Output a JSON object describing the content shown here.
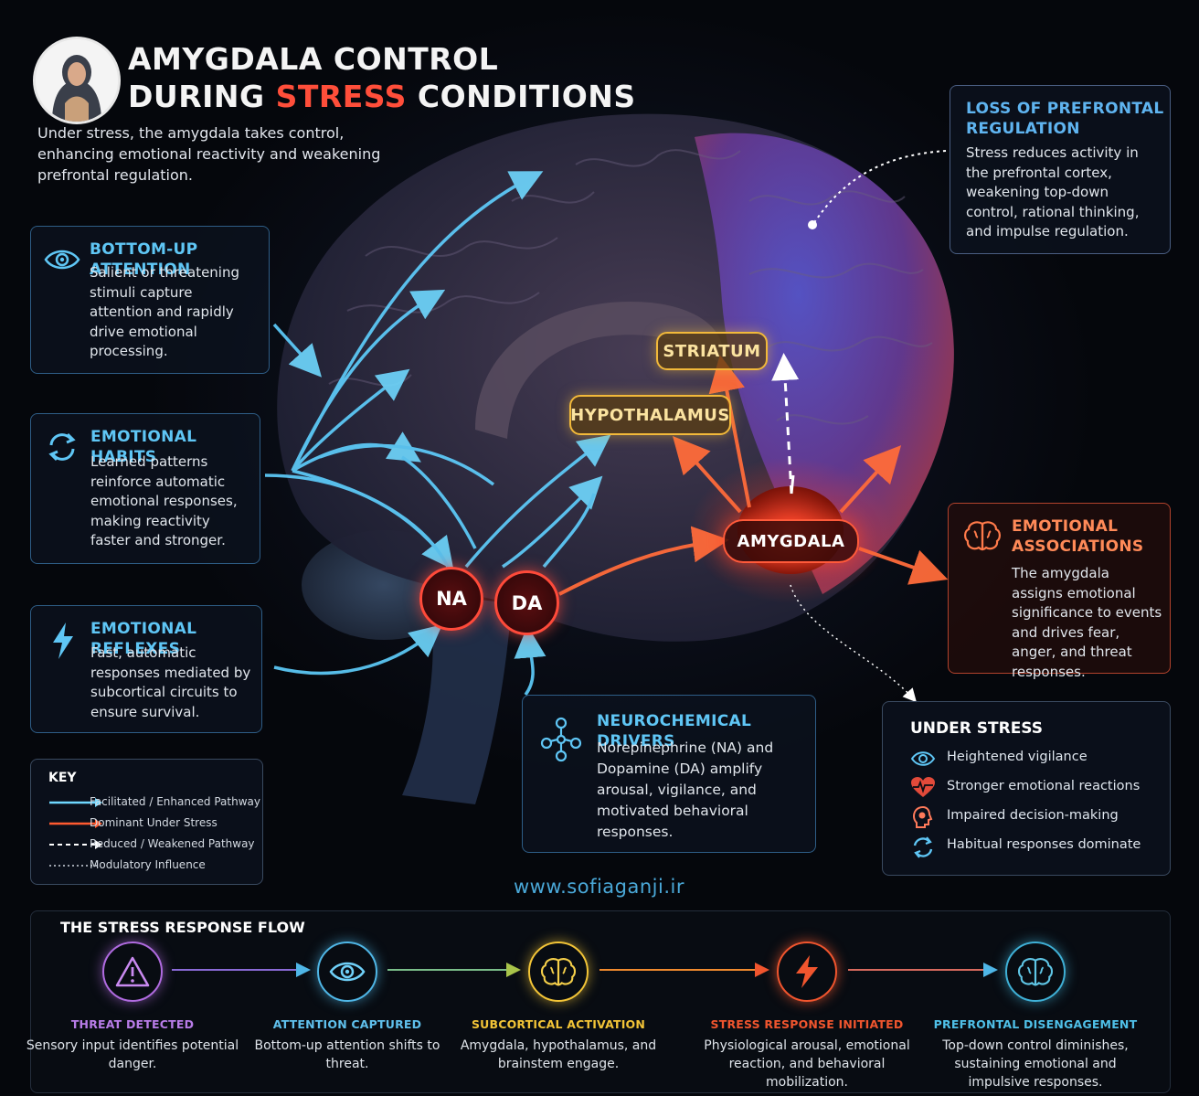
{
  "header": {
    "title_line1": "AMYGDALA CONTROL",
    "title_line2_pre": "DURING ",
    "title_line2_highlight": "STRESS",
    "title_line2_post": " CONDITIONS",
    "intro": "Under stress, the amygdala takes control, enhancing emotional reactivity and weakening prefrontal regulation."
  },
  "left_boxes": [
    {
      "title": "BOTTOM-UP ATTENTION",
      "text": "Salient or threatening stimuli capture attention and rapidly drive emotional processing.",
      "icon": "eye-icon"
    },
    {
      "title": "EMOTIONAL HABITS",
      "text": "Learned patterns reinforce automatic emotional responses, making reactivity faster and stronger.",
      "icon": "refresh-icon"
    },
    {
      "title": "EMOTIONAL REFLEXES",
      "text": "Fast, automatic responses mediated by subcortical circuits to ensure survival.",
      "icon": "lightning-icon"
    }
  ],
  "key": {
    "title": "KEY",
    "items": [
      "Facilitated / Enhanced Pathway",
      "Dominant Under Stress",
      "Reduced / Weakened Pathway",
      "Modulatory Influence"
    ]
  },
  "prefrontal": {
    "title_line1": "LOSS OF PREFRONTAL",
    "title_line2": "REGULATION",
    "text": "Stress reduces activity in the prefrontal cortex, weakening top-down control, rational thinking, and impulse regulation."
  },
  "associations": {
    "title_line1": "EMOTIONAL",
    "title_line2": "ASSOCIATIONS",
    "text": "The amygdala assigns emotional significance to events and drives fear, anger, and threat responses."
  },
  "under_stress": {
    "title": "UNDER STRESS",
    "items": [
      {
        "label": "Heightened vigilance",
        "icon": "eye-icon"
      },
      {
        "label": "Stronger emotional reactions",
        "icon": "heartbeat-icon"
      },
      {
        "label": "Impaired decision-making",
        "icon": "head-icon"
      },
      {
        "label": "Habitual responses dominate",
        "icon": "refresh-icon"
      }
    ]
  },
  "neuro": {
    "title": "NEUROCHEMICAL DRIVERS",
    "text": "Norepinephrine (NA) and Dopamine (DA) amplify arousal, vigilance, and motivated behavioral responses."
  },
  "nodes": {
    "na": "NA",
    "da": "DA",
    "amygdala": "AMYGDALA",
    "striatum": "STRIATUM",
    "hypothalamus": "HYPOTHALAMUS"
  },
  "website": "www.sofiaganji.ir",
  "flow": {
    "title": "THE STRESS RESPONSE FLOW",
    "steps": [
      {
        "title": "THREAT DETECTED",
        "text": "Sensory input identifies potential danger.",
        "color": "#b06be0",
        "icon": "warning-icon"
      },
      {
        "title": "ATTENTION CAPTURED",
        "text": "Bottom-up attention shifts to threat.",
        "color": "#4fb6e6",
        "icon": "eye-icon"
      },
      {
        "title": "SUBCORTICAL ACTIVATION",
        "text": "Amygdala, hypothalamus, and brainstem engage.",
        "color": "#f2c437",
        "icon": "brain-icon"
      },
      {
        "title": "STRESS RESPONSE INITIATED",
        "text": "Physiological arousal, emotional reaction, and behavioral mobilization.",
        "color": "#f0552e",
        "icon": "bolt-icon"
      },
      {
        "title": "PREFRONTAL DISENGAGEMENT",
        "text": "Top-down control diminishes, sustaining emotional and impulsive responses.",
        "color": "#3fb0d6",
        "icon": "brain-icon"
      }
    ]
  },
  "colors": {
    "blue": "#5fc6f5",
    "red": "#ff4e3a",
    "orange": "#ff8a58",
    "yellow": "#f2c437"
  }
}
